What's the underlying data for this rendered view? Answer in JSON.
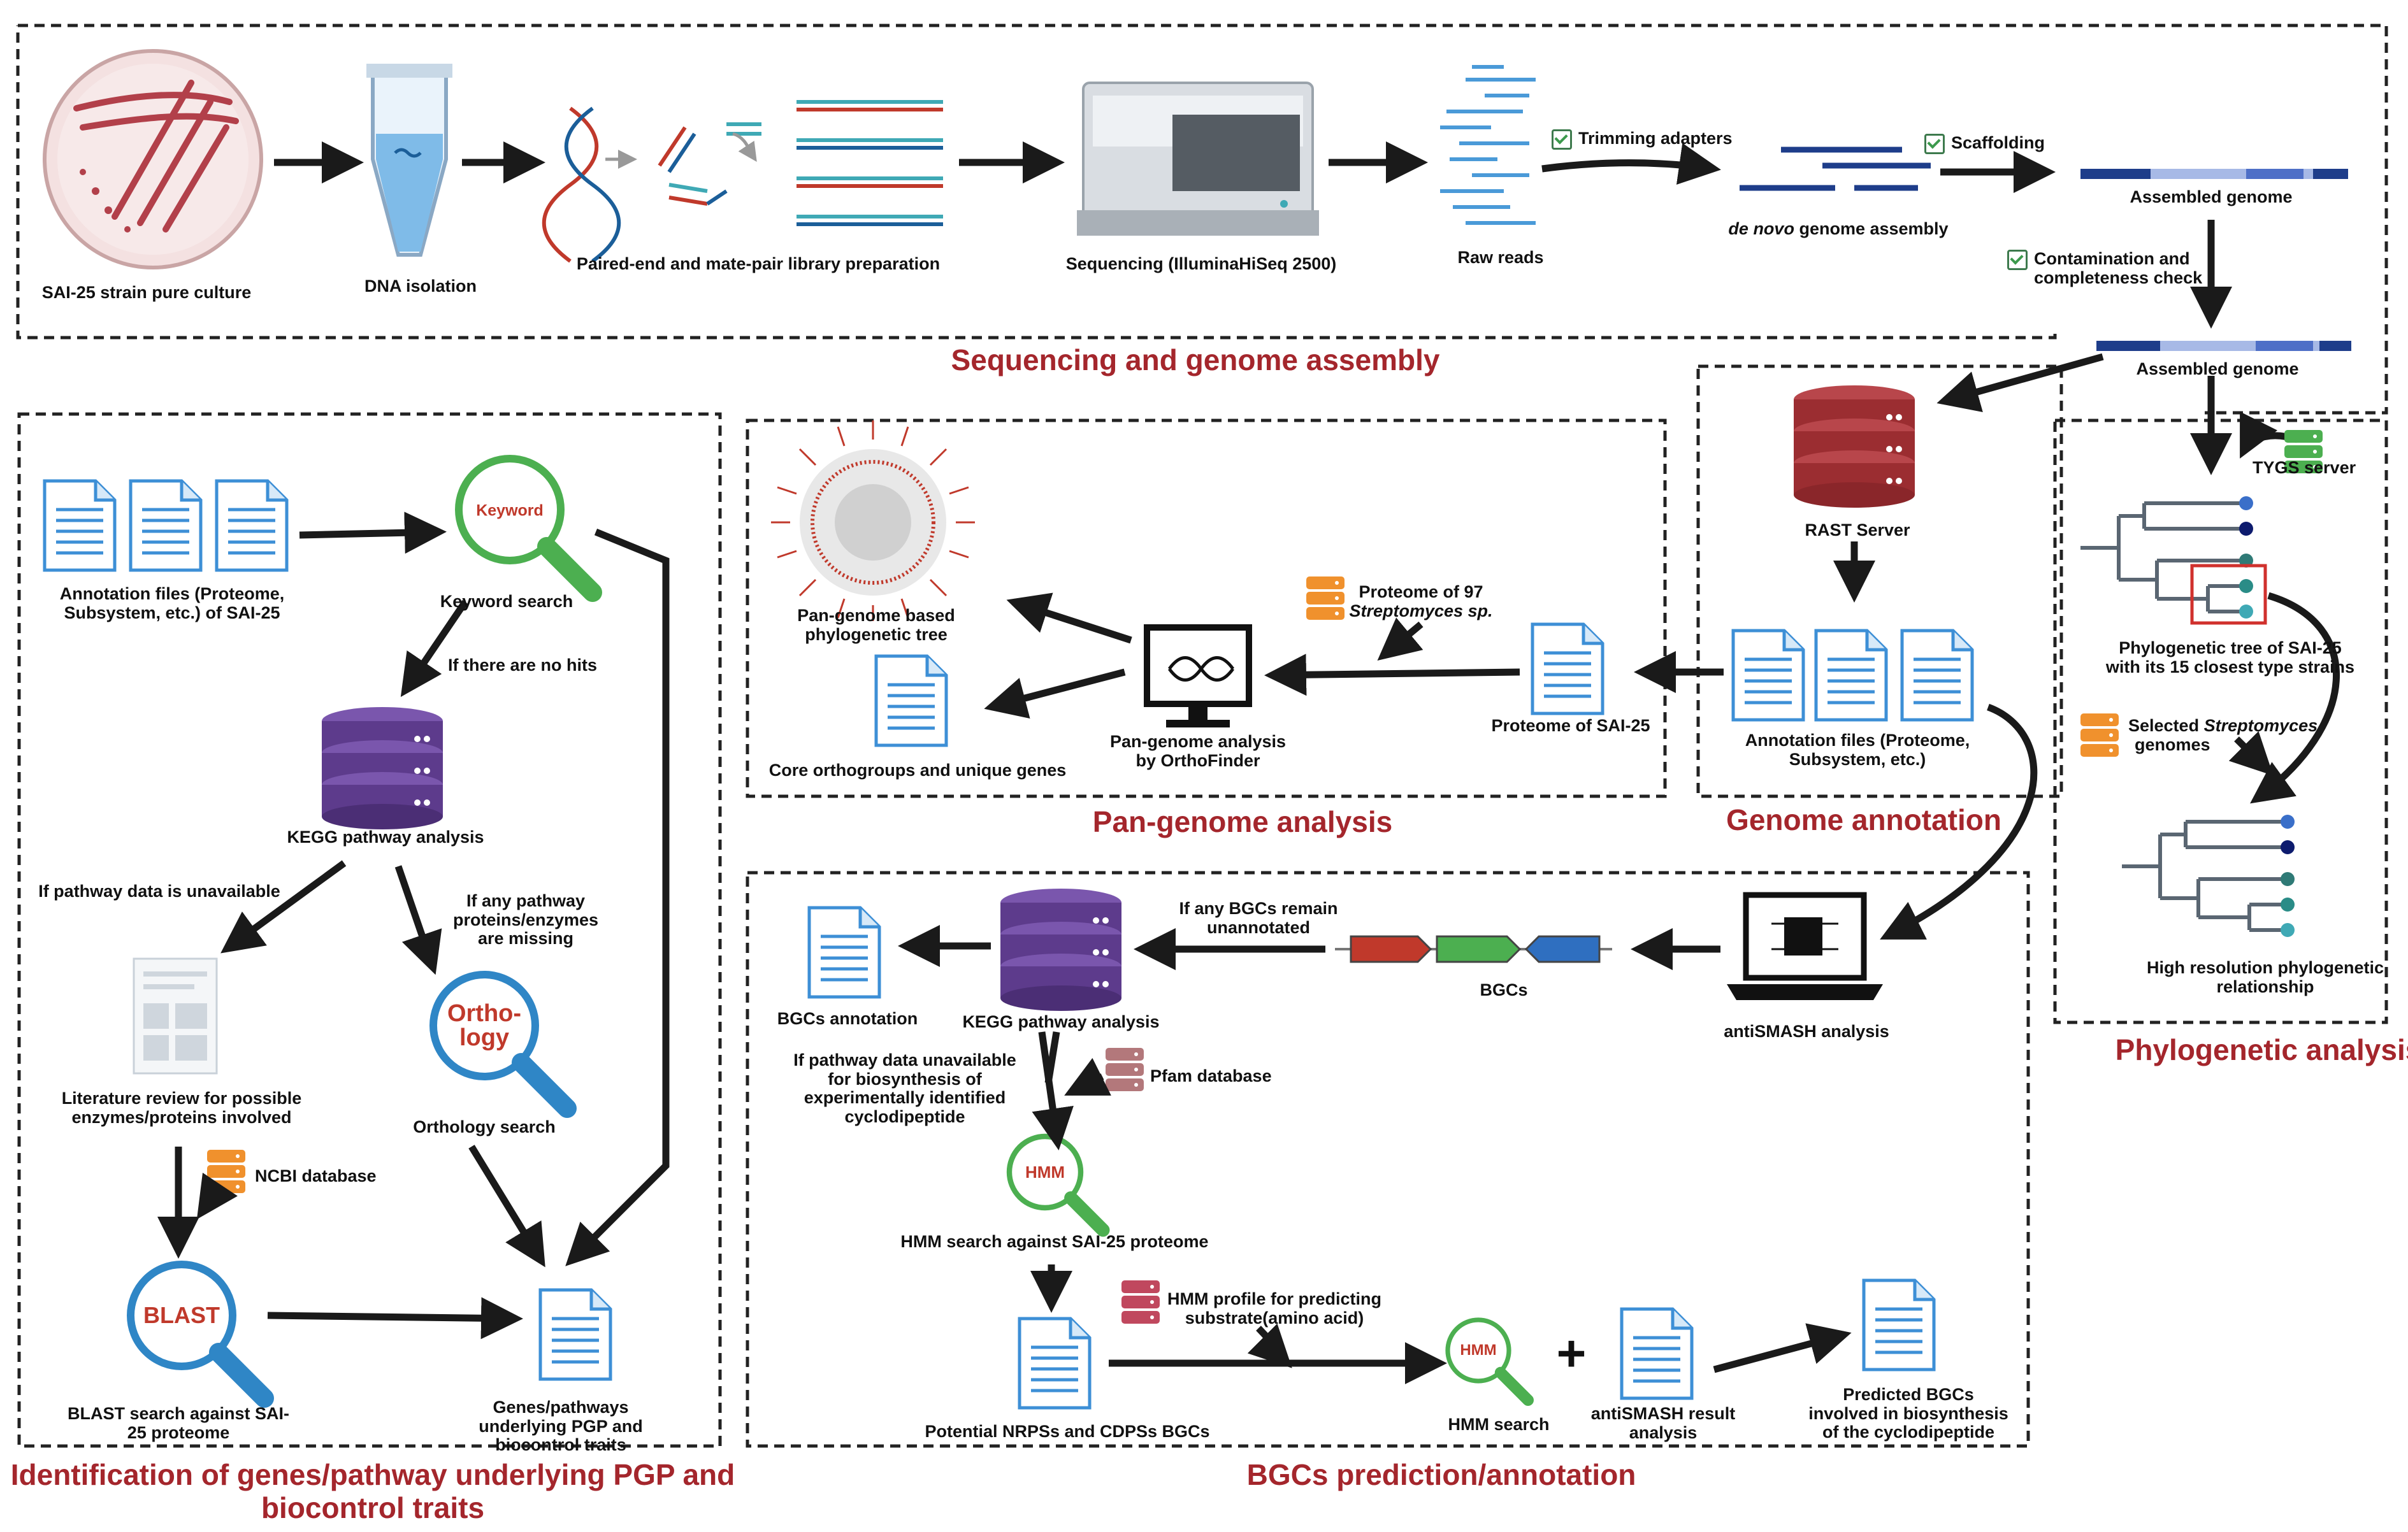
{
  "sections": {
    "sequencing": "Sequencing and genome assembly",
    "pangenome": "Pan-genome analysis",
    "annotation": "Genome annotation",
    "phylogenetic": "Phylogenetic analysis",
    "identification": "Identification of genes/pathway underlying PGP and biocontrol traits",
    "bgc": "BGCs prediction/annotation"
  },
  "sequencing": {
    "pure_culture": "SAI-25 strain pure culture",
    "dna_isolation": "DNA isolation",
    "library_prep": "Paired-end and mate-pair library preparation",
    "sequencing": "Sequencing (IlluminaHiSeq 2500)",
    "raw_reads": "Raw reads",
    "trimming": "Trimming adapters",
    "scaffolding": "Scaffolding",
    "denovo_prefix": "de novo",
    "denovo_suffix": "genome assembly",
    "assembled_1": "Assembled genome",
    "contamination": "Contamination and completeness check",
    "assembled_2": "Assembled genome"
  },
  "annotation": {
    "rast": "RAST Server",
    "files": "Annotation files (Proteome, Subsystem, etc.)"
  },
  "pangenome": {
    "proteome_sai": "Proteome of SAI-25",
    "proteome_97_a": "Proteome of 97",
    "proteome_97_b": "Streptomyces sp.",
    "orthofinder": "Pan-genome analysis by OrthoFinder",
    "tree": "Pan-genome based phylogenetic tree",
    "core": "Core orthogroups and unique genes"
  },
  "phylo": {
    "tygs": "TYGS server",
    "tree1": "Phylogenetic tree of SAI-25 with its 15  closest type strains",
    "selected_a": "Selected",
    "selected_b": "Streptomyces",
    "selected_c": "genomes",
    "hires": "High resolution phylogenetic relationship"
  },
  "identification": {
    "annot_files": "Annotation files (Proteome, Subsystem, etc.) of SAI-25",
    "keyword_icon": "Keyword",
    "keyword_search": "Keyword search",
    "no_hits": "If there are no hits",
    "kegg": "KEGG pathway analysis",
    "unavailable": "If pathway data is unavailable",
    "missing": "If any  pathway proteins/enzymes are missing",
    "literature": "Literature review for possible enzymes/proteins involved",
    "orthology_icon": "Ortho-logy",
    "orthology_search": "Orthology search",
    "ncbi": "NCBI database",
    "blast_icon": "BLAST",
    "blast_search": "BLAST search against SAI-25 proteome",
    "genes": "Genes/pathways underlying PGP and biocontrol traits"
  },
  "bgc": {
    "antismash": "antiSMASH analysis",
    "bgcs": "BGCs",
    "remain": "If any BGCs remain unannotated",
    "kegg": "KEGG pathway analysis",
    "bgc_annotation": "BGCs annotation",
    "unavailable": "If pathway data unavailable for biosynthesis of experimentally identified cyclodipeptide",
    "pfam": "Pfam database",
    "hmm_icon": "HMM",
    "hmm_search_sai": "HMM search against SAI-25 proteome",
    "hmm_profile": "HMM profile for predicting substrate(amino acid)",
    "potential": "Potential NRPSs and CDPSs BGCs",
    "hmm_search": "HMM search",
    "plus": "+",
    "antismash_result": "antiSMASH result analysis",
    "predicted": "Predicted BGCs involved in biosynthesis of the cyclodipeptide"
  },
  "icons": {
    "database_colors": {
      "red": "#9b2d31",
      "purple": "#5d3b8c",
      "orange": "#f0912d",
      "green": "#4caf50",
      "rose": "#b3787b"
    },
    "document_color": "#3d8fd6",
    "magnifier_colors": {
      "green": "#4caf50",
      "blue": "#2f86c6"
    },
    "section_title_color": "#a4262c"
  }
}
